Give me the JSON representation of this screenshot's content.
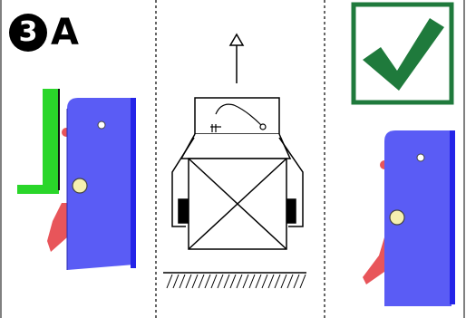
{
  "step": {
    "number": "3",
    "letter": "A"
  },
  "colors": {
    "panel_blue": "#5a5cf5",
    "panel_edge_blue": "#2424e8",
    "bracket_green": "#2ad62a",
    "check_green": "#1f7a3c",
    "frame_green": "#1f7a3c",
    "latch_red": "#e8555a",
    "knob_yellow": "#f5f0b0",
    "line_black": "#000000"
  },
  "panels": [
    {
      "name": "before-install",
      "icon": "mounting-bracket-icon"
    },
    {
      "name": "lift-instruction",
      "icon": "lift-arrow-icon"
    },
    {
      "name": "installed-result",
      "icon": "checkmark-icon"
    }
  ]
}
